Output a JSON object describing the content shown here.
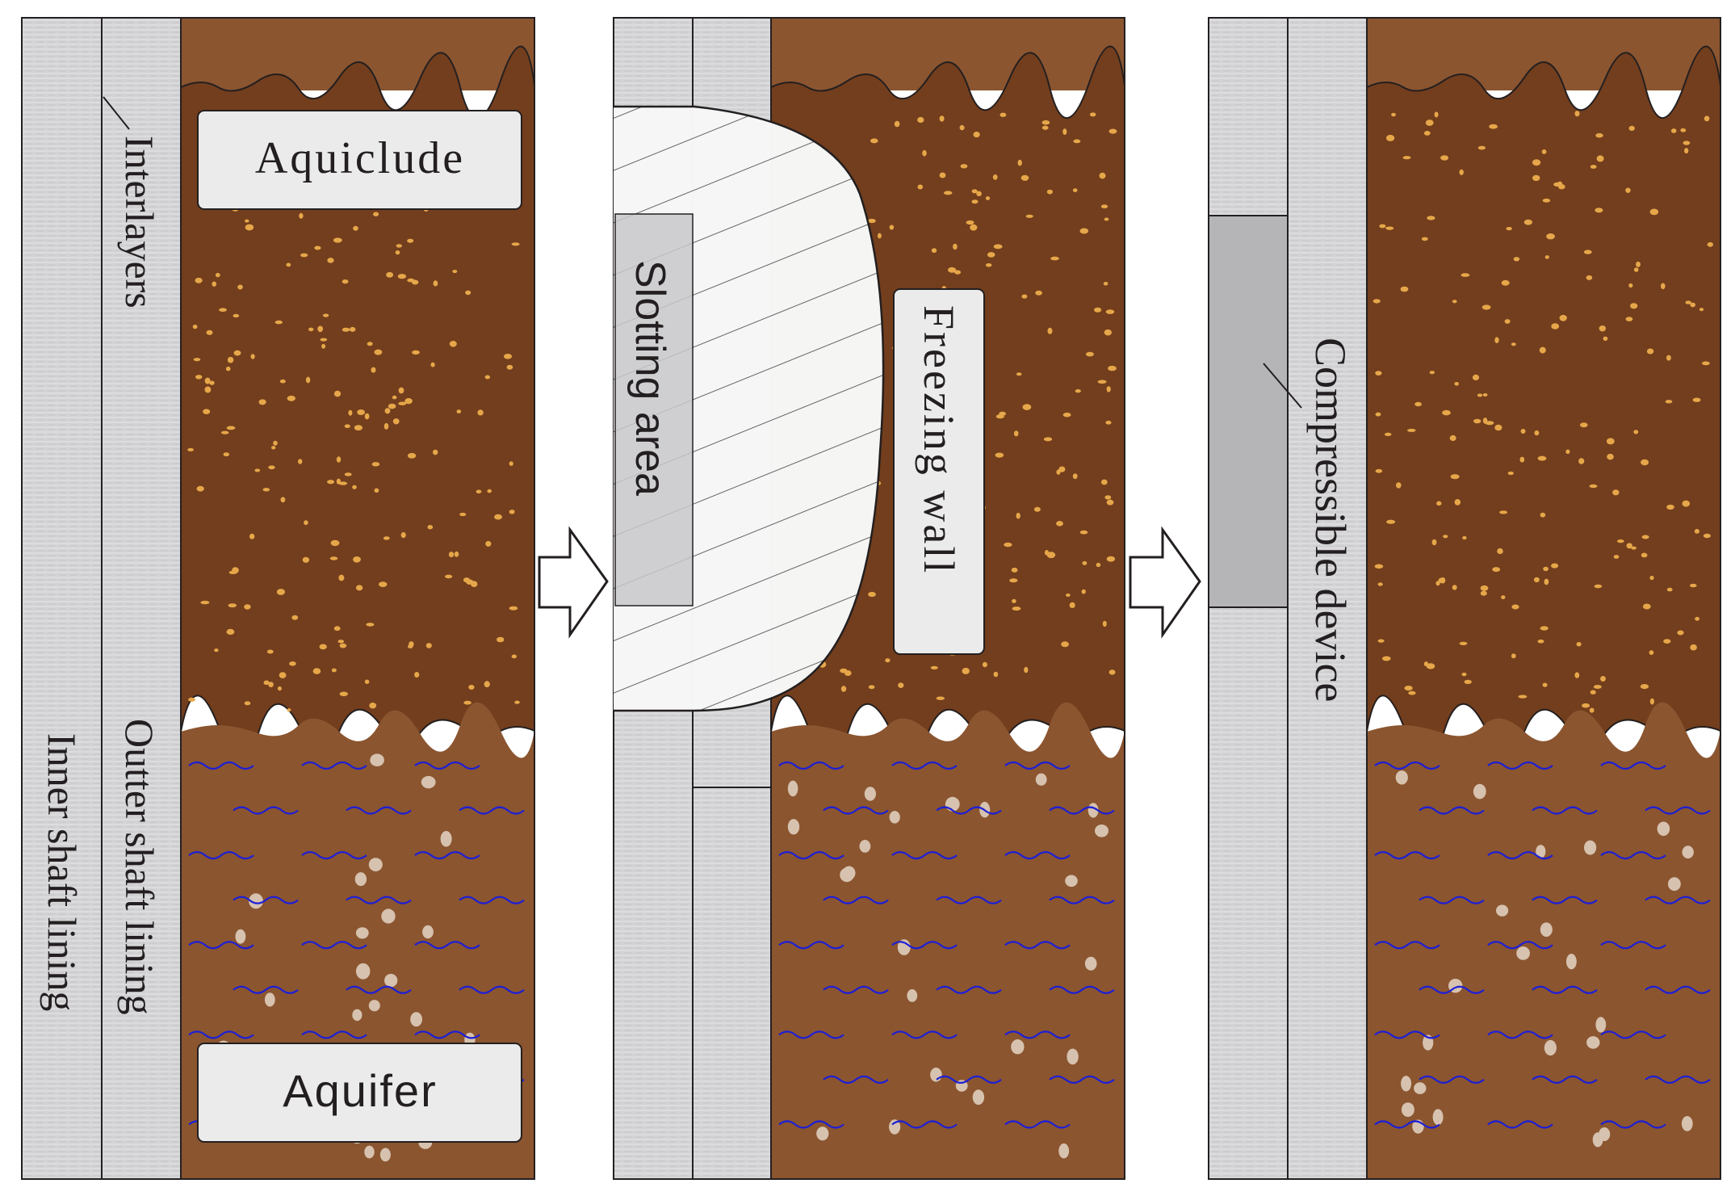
{
  "labels": {
    "aquiclude": "Aquiclude",
    "aquifer": "Aquifer",
    "interlayers": "Interlayers",
    "outer_shaft_lining": "Outter shaft lining",
    "inner_shaft_lining": "Inner shaft lining",
    "slotting_area": "Slotting area",
    "freezing_wall": "Freezing wall",
    "compressible_device": "Compressible device"
  },
  "colors": {
    "lining_gray": "#cfcfd1",
    "lining_gray_light": "#dedee0",
    "device_gray": "#b5b5b7",
    "aquiclude_brown": "#733e1d",
    "aquifer_brown": "#8b5530",
    "top_brown": "#8b5530",
    "sand_dot": "#e6a74a",
    "pebble": "#d6c2ae",
    "water_wave": "#1d1fd6",
    "label_box": "#ebebec",
    "slot_fill": "#f4f4f4",
    "outline": "#231f20"
  },
  "icons": [
    "right-arrow-icon",
    "right-arrow-icon"
  ]
}
